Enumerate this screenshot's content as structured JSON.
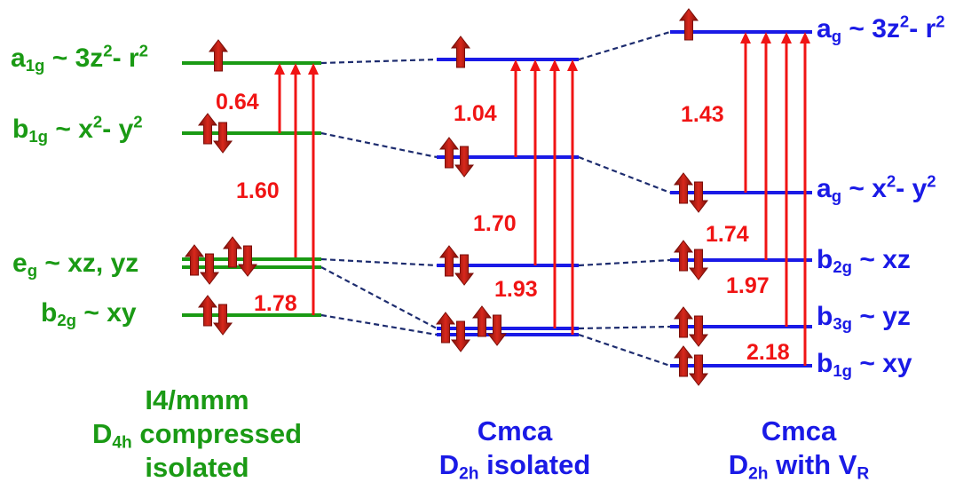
{
  "colors": {
    "left": "#1a9a14",
    "right": "#1a1ae6",
    "transition": "#f01414",
    "spin": "#c41a12",
    "spin_dark": "#7a0e08",
    "connector": "#1c2b6e"
  },
  "left_levels": {
    "a1g": {
      "sym": "a",
      "sub": "1g",
      "tilde": " ~ 3z",
      "sup": "2",
      "tail": "- r",
      "sup2": "2"
    },
    "b1g": {
      "sym": "b",
      "sub": "1g",
      "tilde": " ~ x",
      "sup": "2",
      "tail": "- y",
      "sup2": "2"
    },
    "eg": {
      "sym": "e",
      "sub": "g",
      "tail": " ~ xz, yz"
    },
    "b2g": {
      "sym": "b",
      "sub": "2g",
      "tail": " ~ xy"
    }
  },
  "right_levels": {
    "ag1": {
      "sym": "a",
      "sub": "g",
      "tilde": " ~ 3z",
      "sup": "2",
      "tail": "- r",
      "sup2": "2"
    },
    "ag2": {
      "sym": "a",
      "sub": "g",
      "tilde": " ~ x",
      "sup": "2",
      "tail": "- y",
      "sup2": "2"
    },
    "b2g": {
      "sym": "b",
      "sub": "2g",
      "tail": " ~ xz"
    },
    "b3g": {
      "sym": "b",
      "sub": "3g",
      "tail": " ~ yz"
    },
    "b1g": {
      "sym": "b",
      "sub": "1g",
      "tail": " ~ xy"
    }
  },
  "transition_values": {
    "left": [
      "0.64",
      "1.60",
      "1.78"
    ],
    "middle": [
      "1.04",
      "1.70",
      "1.93"
    ],
    "right": [
      "1.43",
      "1.74",
      "1.97",
      "2.18"
    ]
  },
  "captions": {
    "left": {
      "line1": "I4/mmm",
      "sym": "D",
      "sub": "4h",
      "rest": " compressed",
      "line3": "isolated"
    },
    "middle": {
      "line1": "Cmca",
      "sym": "D",
      "sub": "2h",
      "rest": " isolated"
    },
    "right": {
      "line1": "Cmca",
      "sym": "D",
      "sub": "2h",
      "rest": " with V",
      "sub2": "R"
    }
  },
  "spin_icons": [
    "spin-up-icon",
    "spin-pair-icon"
  ]
}
